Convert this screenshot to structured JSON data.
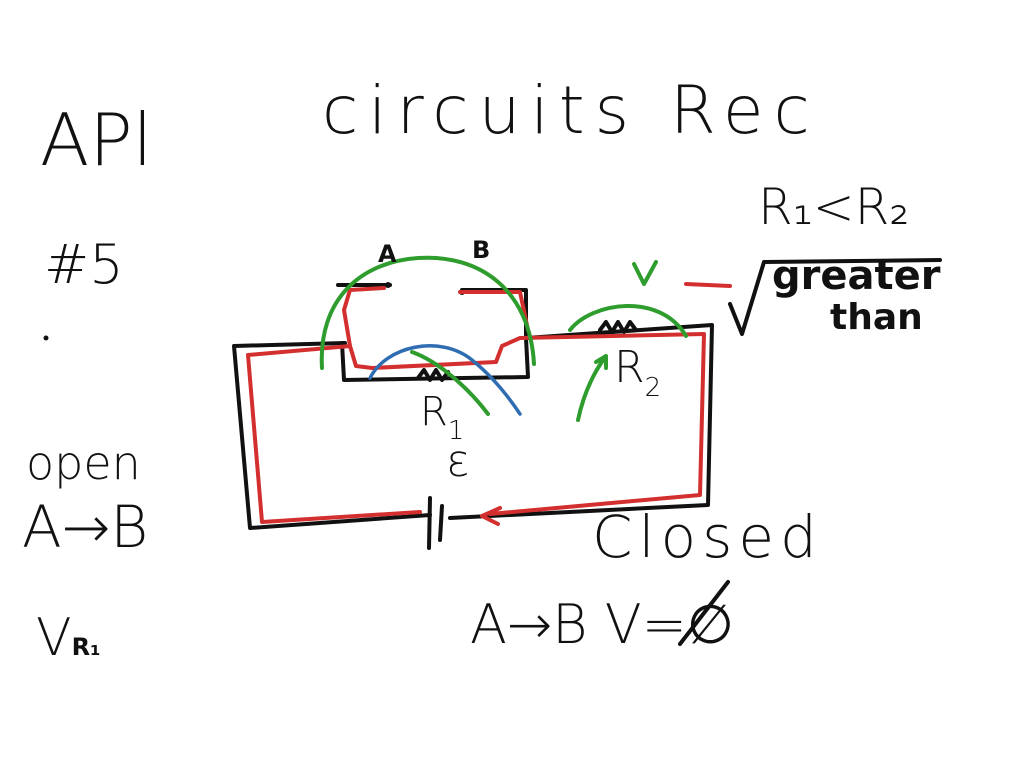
{
  "page": {
    "course": "APl",
    "title": "circuits Rec",
    "problem": "#5"
  },
  "labels": {
    "a": "A",
    "b": "B",
    "r1": "R",
    "r1_sub": "1",
    "r2": "R",
    "r2_sub": "2",
    "emf": "ε",
    "v_top": "V"
  },
  "notes": {
    "compare": "R₁<R₂",
    "greater": "greater",
    "than": "than",
    "open": "open",
    "open_path": "A→B",
    "v_r1_main": "V",
    "v_r1_sub": "R₁",
    "closed": "Closed",
    "closed_path": "A→B V=∅"
  },
  "colors": {
    "ink": "#111111",
    "current": "#d32f2f",
    "voltage": "#2e9d2e",
    "flow": "#2f6db3"
  }
}
